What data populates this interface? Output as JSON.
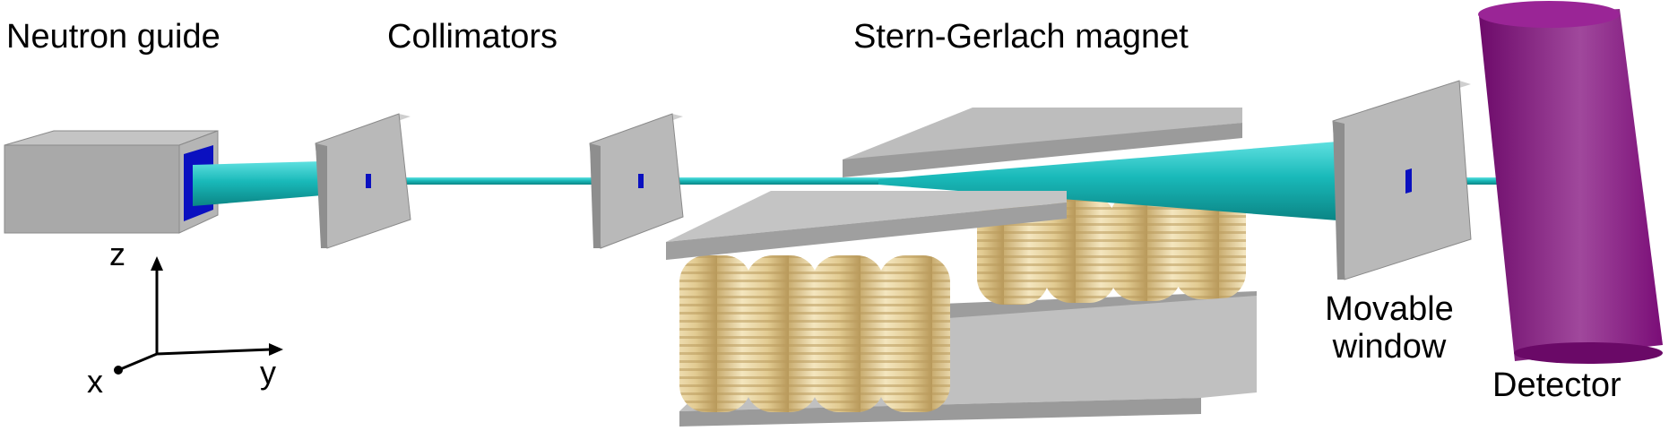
{
  "labels": {
    "neutron_guide": "Neutron guide",
    "collimators": "Collimators",
    "stern_gerlach_magnet": "Stern-Gerlach magnet",
    "movable_window_line1": "Movable",
    "movable_window_line2": "window",
    "detector": "Detector"
  },
  "axes": {
    "x": "x",
    "y": "y",
    "z": "z"
  },
  "colors": {
    "beam": "#19b9b9",
    "plate_gray": "#a9a9a9",
    "coil": "#e3cf9c",
    "aperture": "#0a10c0",
    "detector": "#8a0e86"
  }
}
